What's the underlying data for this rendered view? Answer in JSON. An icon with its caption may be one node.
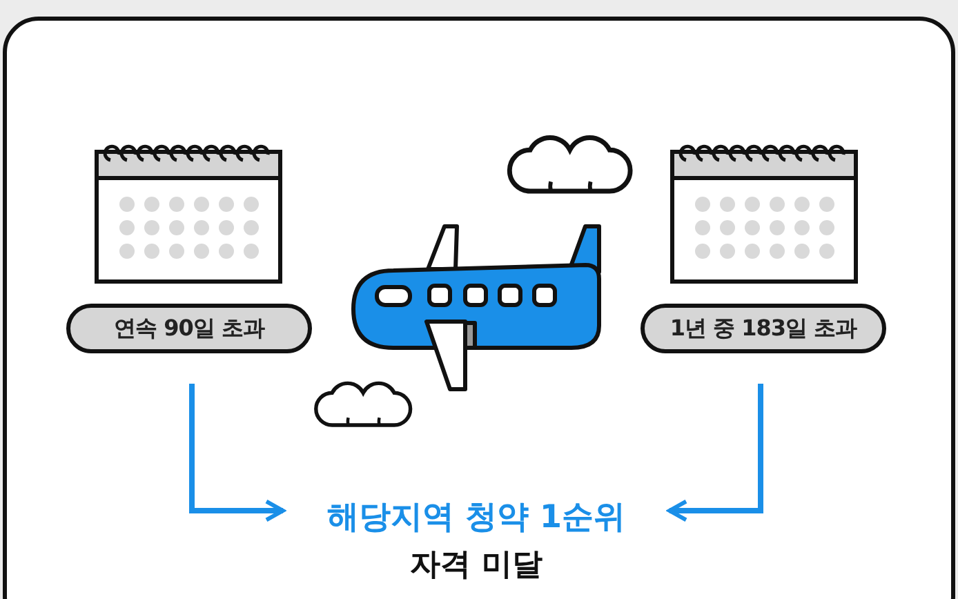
{
  "diagram": {
    "nodes": [
      {
        "text": [
          "연속 90일 초과"
        ]
      },
      {
        "text": [
          "1년 중 183일 초과"
        ]
      },
      {
        "text": [
          "해당지역 청약 1순위",
          "자격 미달"
        ]
      }
    ],
    "edges": [
      {
        "from": 0,
        "to": 2,
        "arrow": "to"
      },
      {
        "from": 1,
        "to": 2,
        "arrow": "to"
      }
    ]
  }
}
